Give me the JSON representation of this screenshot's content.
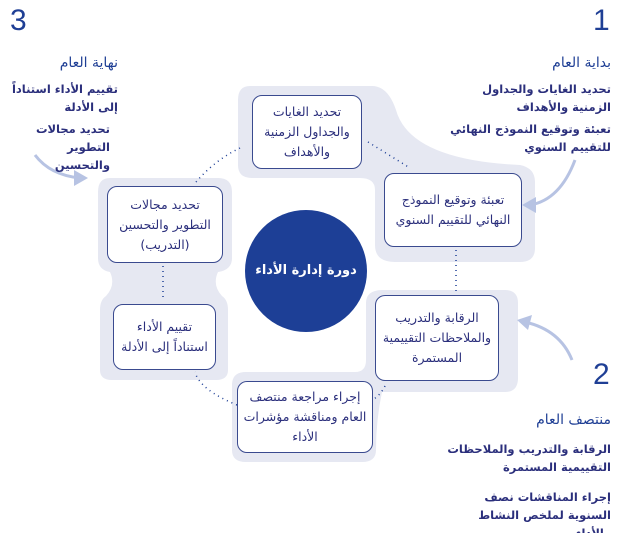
{
  "phases": [
    {
      "number": "1",
      "title": "بداية العام",
      "items": [
        "تحديد الغايات والجداول الزمنية والأهداف",
        "تعبئة وتوقيع النموذج النهائي للتقييم السنوي"
      ]
    },
    {
      "number": "2",
      "title": "منتصف العام",
      "items": [
        "الرقابة والتدريب والملاحظات التقييمية المستمرة",
        "إجراء المناقشات نصف السنوية لملخص النشاط والأداء"
      ]
    },
    {
      "number": "3",
      "title": "نهاية العام",
      "items": [
        "تقييم الأداء استناداً إلى الأدلة",
        "تحديد مجالات التطوير والتحسين"
      ]
    }
  ],
  "cycle": {
    "center": "دورة إدارة الأداء",
    "steps": [
      "تحديد الغايات والجداول الزمنية والأهداف",
      "تعبئة وتوقيع النموذج النهائي للتقييم السنوي",
      "الرقابة والتدريب والملاحظات التقييمية المستمرة",
      "إجراء مراجعة منتصف العام ومناقشة مؤشرات الأداء",
      "تقييم الأداء استناداً إلى الأدلة",
      "تحديد مجالات التطوير والتحسين (التدريب)"
    ]
  },
  "colors": {
    "navy": "#1d3f96",
    "panel": "#e6e8f2",
    "arrow": "#b7c3e3"
  }
}
